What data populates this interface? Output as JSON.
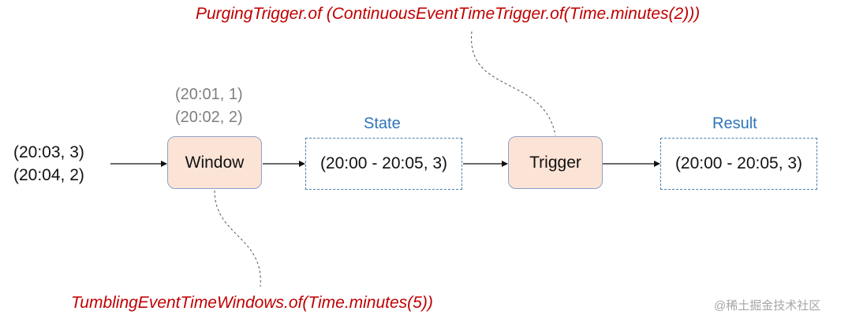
{
  "trigger_code": "PurgingTrigger.of (ContinuousEventTimeTrigger.of(Time.minutes(2)))",
  "window_code": "TumblingEventTimeWindows.of(Time.minutes(5))",
  "input_events": [
    "(20:03, 3)",
    "(20:04, 2)"
  ],
  "window_prior_events": [
    "(20:01, 1)",
    "(20:02, 2)"
  ],
  "nodes": {
    "window": "Window",
    "state_label": "State",
    "state_value": "(20:00 - 20:05, 3)",
    "trigger": "Trigger",
    "result_label": "Result",
    "result_value": "(20:00 - 20:05, 3)"
  },
  "watermark": "@稀土掘金技术社区",
  "colors": {
    "code_text": "#c00000",
    "label_blue": "#2e75b6",
    "node_fill": "#fbe3d6",
    "node_border": "#8ea3c8",
    "dashed_border": "#4f7fa8",
    "prior_events_gray": "#7f7f7f"
  }
}
